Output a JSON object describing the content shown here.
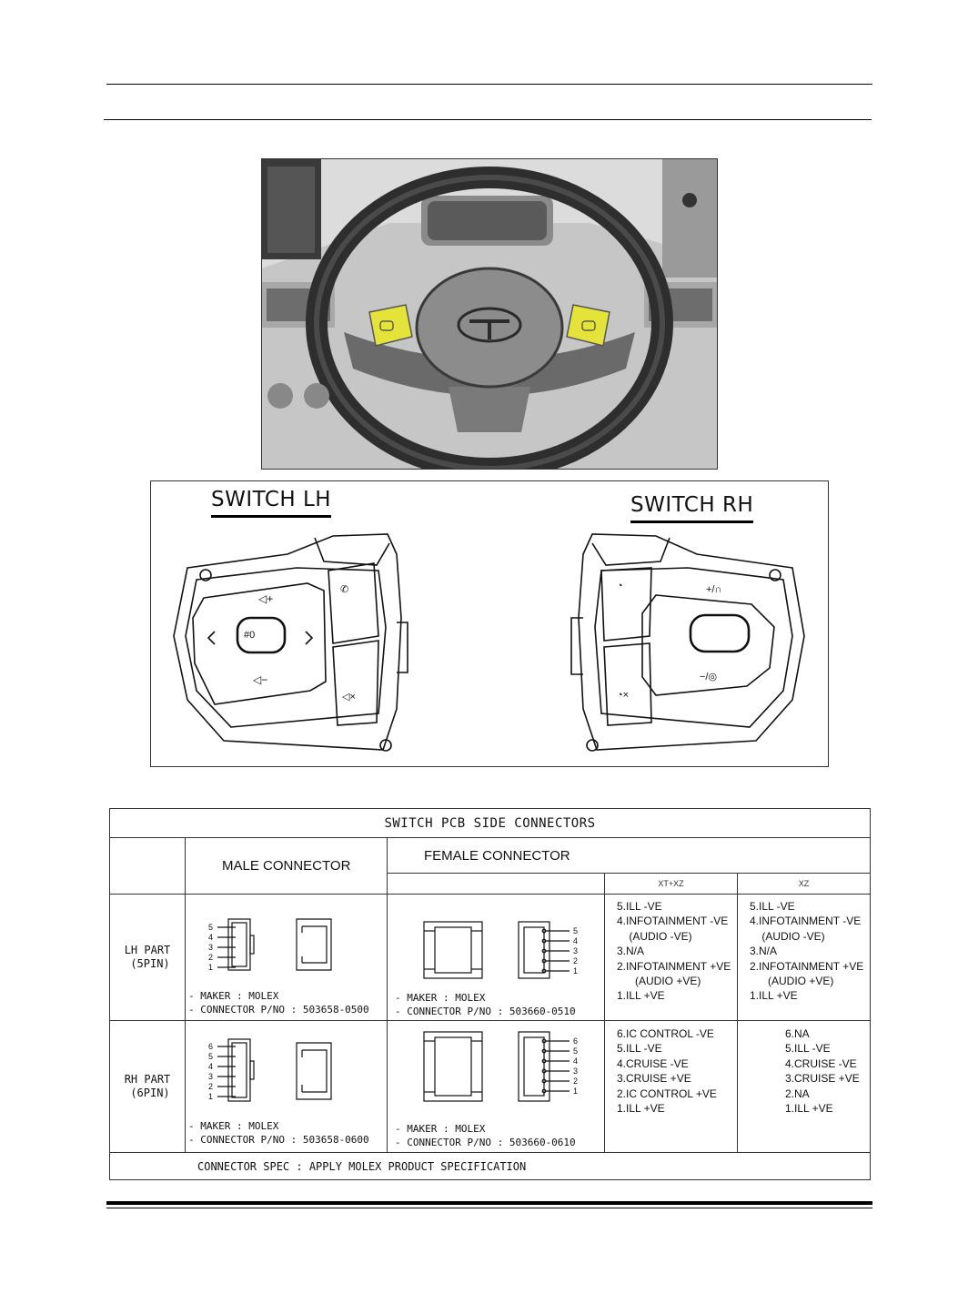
{
  "switch_lh_title": "SWITCH LH",
  "switch_rh_title": "SWITCH RH",
  "table": {
    "title": "SWITCH PCB SIDE CONNECTORS",
    "male_header": "MALE CONNECTOR",
    "female_header": "FEMALE CONNECTOR",
    "variant_headers": [
      "XT+XZ",
      "XZ"
    ],
    "lh": {
      "label_line1": "LH PART",
      "label_line2": "(5PIN)",
      "male_maker": "- MAKER : MOLEX",
      "male_pno": "- CONNECTOR P/NO : 503658-0500",
      "female_maker": "- MAKER : MOLEX",
      "female_pno": "- CONNECTOR P/NO : 503660-0510",
      "pins": [
        "1",
        "2",
        "3",
        "4",
        "5"
      ],
      "xt_xz": [
        "5.ILL -VE",
        "4.INFOTAINMENT -VE",
        "    (AUDIO -VE)",
        "3.N/A",
        "2.INFOTAINMENT +VE",
        "      (AUDIO +VE)",
        "1.ILL +VE"
      ],
      "xz": [
        "5.ILL -VE",
        "4.INFOTAINMENT -VE",
        "    (AUDIO -VE)",
        "3.N/A",
        "2.INFOTAINMENT +VE",
        "      (AUDIO +VE)",
        "1.ILL +VE"
      ]
    },
    "rh": {
      "label_line1": "RH PART",
      "label_line2": "(6PIN)",
      "male_maker": "- MAKER : MOLEX",
      "male_pno": "- CONNECTOR P/NO : 503658-0600",
      "female_maker": "- MAKER : MOLEX",
      "female_pno": "- CONNECTOR P/NO : 503660-0610",
      "pins": [
        "1",
        "2",
        "3",
        "4",
        "5",
        "6"
      ],
      "xt_xz": [
        "6.IC CONTROL -VE",
        "5.ILL -VE",
        "4.CRUISE -VE",
        "3.CRUISE +VE",
        "2.IC CONTROL +VE",
        "1.ILL +VE"
      ],
      "xz": [
        "6.NA",
        "5.ILL -VE",
        "4.CRUISE -VE",
        "3.CRUISE +VE",
        "2.NA",
        "1.ILL +VE"
      ]
    },
    "footer": "CONNECTOR SPEC : APPLY MOLEX PRODUCT SPECIFICATION"
  },
  "colors": {
    "highlight": "#e3e33a",
    "rule": "#000000"
  }
}
